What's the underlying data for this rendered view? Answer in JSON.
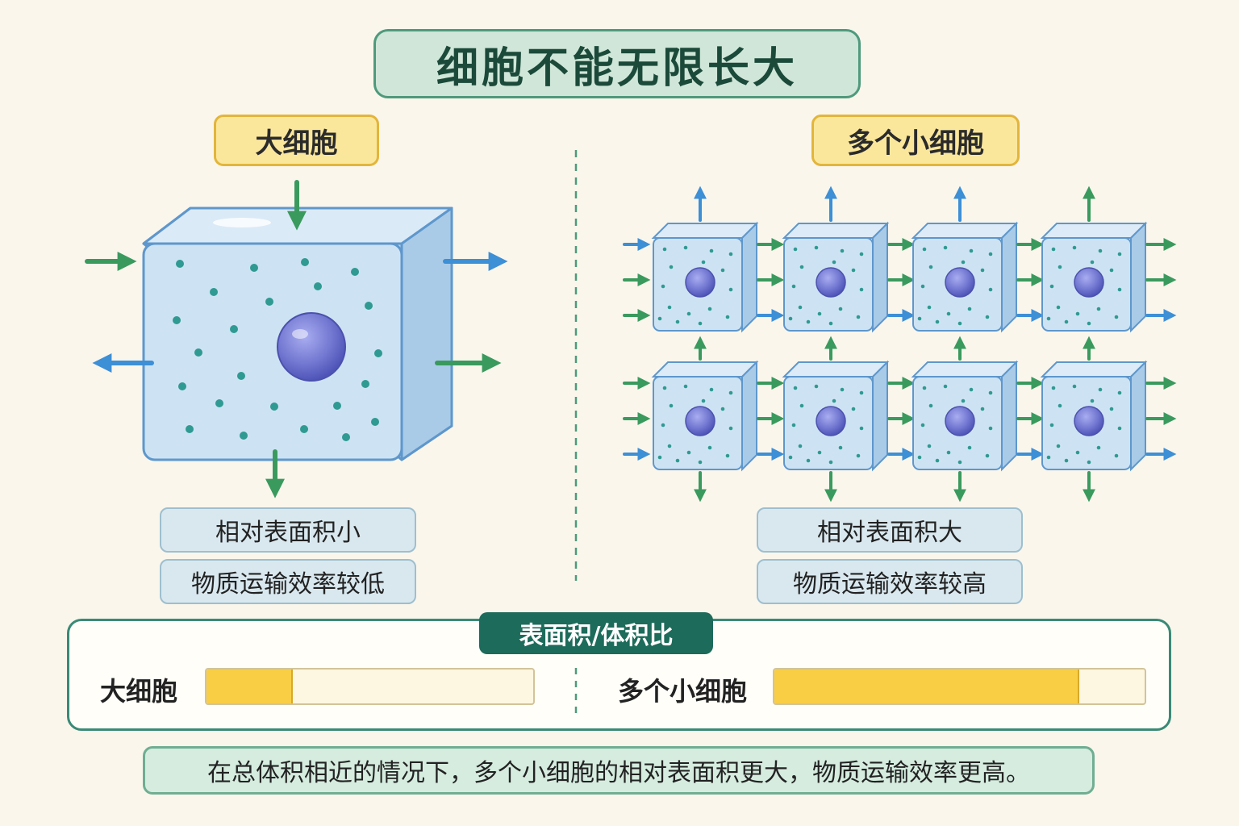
{
  "title": "细胞不能无限长大",
  "left": {
    "label": "大细胞",
    "info1": "相对表面积小",
    "info2": "物质运输效率较低"
  },
  "right": {
    "label": "多个小细胞",
    "info1": "相对表面积大",
    "info2": "物质运输效率较高"
  },
  "ratio_panel": {
    "title": "表面积/体积比",
    "bars": [
      {
        "label": "大细胞",
        "fraction": 0.26
      },
      {
        "label": "多个小细胞",
        "fraction": 0.82
      }
    ]
  },
  "footer": "在总体积相近的情况下，多个小细胞的相对表面积更大，物质运输效率更高。",
  "colors": {
    "arrow_green": "#3a9a5e",
    "arrow_blue": "#3d8fd6",
    "cell_fill": "#cde3f3",
    "nucleus": "#6f74cf",
    "bar_fill": "#f9ce45"
  }
}
